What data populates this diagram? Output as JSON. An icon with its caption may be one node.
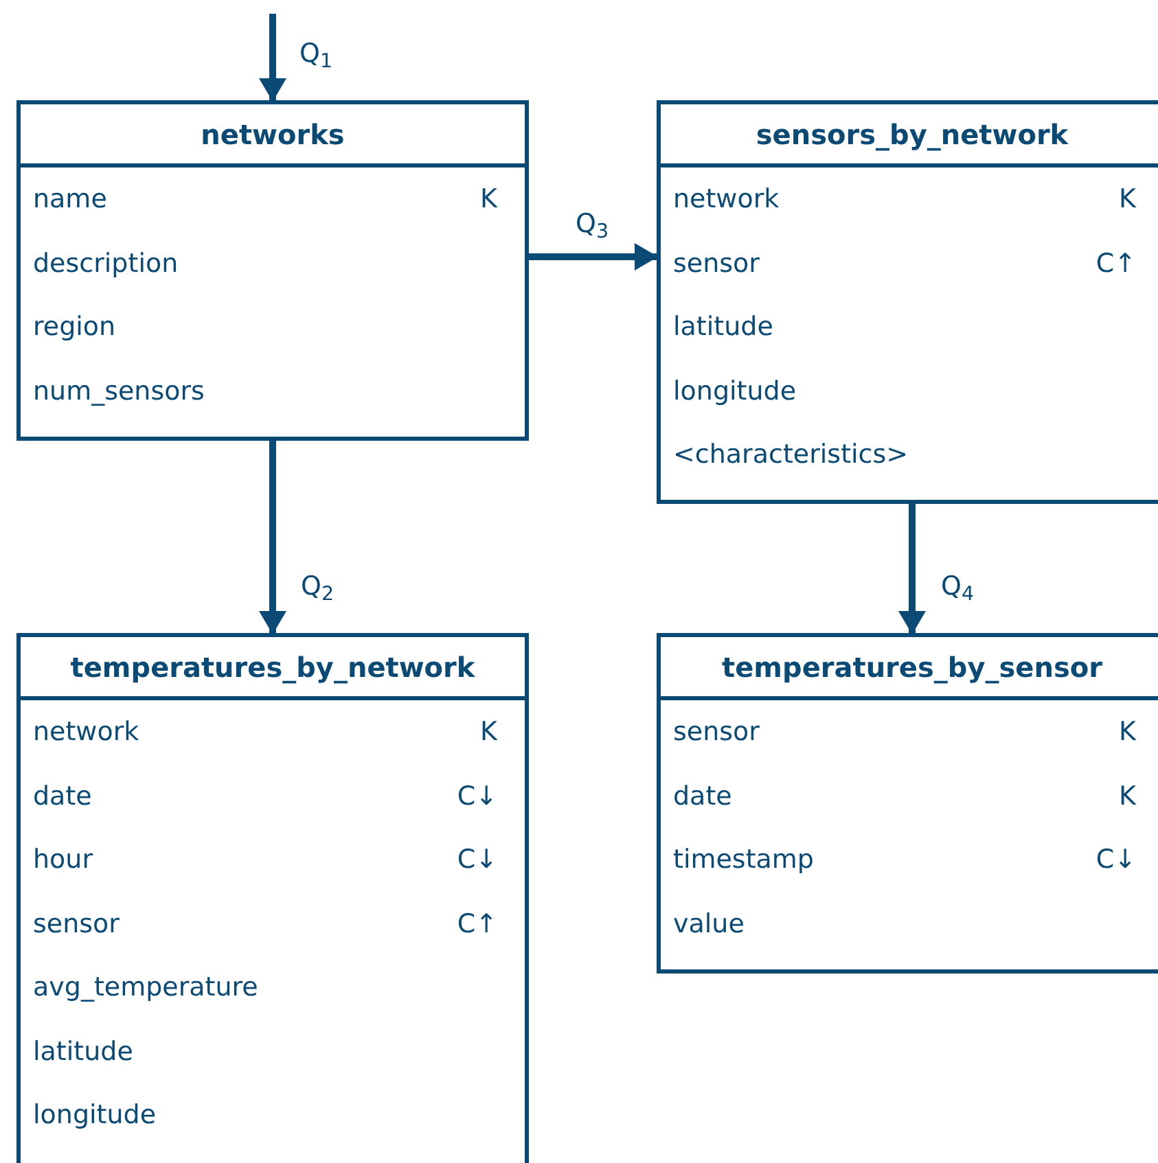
{
  "diagram": {
    "nodes": [
      {
        "text": [
          "networks",
          "name",
          "description",
          "region",
          "num_sensors"
        ]
      },
      {
        "text": [
          "sensors_by_network",
          "network",
          "sensor",
          "latitude",
          "longitude",
          "<characteristics>"
        ]
      },
      {
        "text": [
          "temperatures_by_network",
          "network",
          "date",
          "hour",
          "sensor",
          "avg_temperature",
          "latitude",
          "longitude"
        ]
      },
      {
        "text": [
          "temperatures_by_sensor",
          "sensor",
          "date",
          "timestamp",
          "value"
        ]
      }
    ],
    "edges": [
      {
        "from": null,
        "to": 0,
        "arrow": "to",
        "label": "Q$_{1}$"
      },
      {
        "from": 0,
        "to": 2,
        "arrow": "to",
        "label": "Q$_{2}$"
      },
      {
        "from": 0,
        "to": 1,
        "arrow": "to",
        "label": "Q$_{3}$"
      },
      {
        "from": 1,
        "to": 3,
        "arrow": "to",
        "label": "Q$_{4}$"
      }
    ],
    "labels": [
      "K",
      "K",
      "C↑",
      "K",
      "C↓",
      "C↓",
      "C↑",
      "K",
      "K",
      "C↓"
    ]
  }
}
